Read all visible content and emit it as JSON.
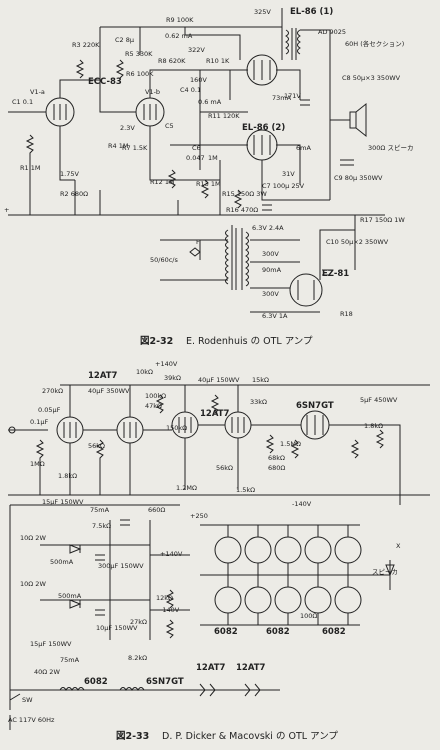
{
  "fig32": {
    "caption_no": "図2-32",
    "caption_text": "E. Rodenhuis の OTL アンプ",
    "tubes": {
      "v1": "ECC-83",
      "v1a": "V1-a",
      "v1b": "V1-b",
      "v2": "EL-86 (1)",
      "v3": "EL-86 (2)",
      "v4": "EZ-81"
    },
    "labels": {
      "supply": "325V",
      "r9": "R9 100K",
      "r3": "R3 220K",
      "c2": "C2 8μ",
      "r5": "R5 330K",
      "i1": "0.62 mA",
      "r8": "R8 620K",
      "r10": "R10 1K",
      "v322": "322V",
      "r6": "R6 100K",
      "c1": "C1 0.1",
      "c4": "C4 0.1",
      "v160": "160V",
      "ma06": "0.6 mA",
      "ma73": "73mA",
      "v171": "171V",
      "r11": "R11 120K",
      "v2v": "2.3V",
      "c5": "C5",
      "r4": "R4 1M",
      "r7": "R7 1.5K",
      "c6": "C6",
      "c6v": "0.047",
      "m1": "1M",
      "ma6": "6mA",
      "v31": "31V",
      "r2": "R2 680Ω",
      "v175": "1.75V",
      "r1": "R1 1M",
      "r12": "R12 1M",
      "r13": "R13 1M",
      "r15": "R15 150Ω 3W",
      "c7": "C7 100μ 25V",
      "r16": "R16 470Ω",
      "ot": "AD 9025",
      "ot_mh": "60H (各セクション)",
      "c8": "C8 50μ×3 350WV",
      "spk": "300Ω スピーカ",
      "c9": "C9 80μ 350WV",
      "heater1": "6.3V 2.4A",
      "v300a": "300V",
      "ma90": "90mA",
      "v300b": "300V",
      "heater2": "6.3V 1A",
      "c10": "C10 50μ×2 350WV",
      "r17": "R17 150Ω 1W",
      "r18": "R18",
      "fuse": "F",
      "mains": "50/60c/s",
      "plus": "+"
    }
  },
  "fig33": {
    "caption_no": "図2-33",
    "caption_text": "D. P. Dicker & Macovski の OTL アンプ",
    "tubes": {
      "t1": "12AT7",
      "t2": "12AT7",
      "t3": "6SN7GT",
      "out1": "6082",
      "out2": "6082",
      "out3": "6082"
    },
    "labels": {
      "plus140": "+140V",
      "plus250": "+250",
      "plus140b": "+140V",
      "minus140": "-140V",
      "minus140b": "-140V",
      "r270k": "270kΩ",
      "c005": "0.05μF",
      "c01": "0.1μF",
      "c40_350": "40μF 350WV",
      "r10k": "10kΩ",
      "r100k": "100kΩ",
      "r47k": "47kΩ",
      "r56k": "56kΩ",
      "r1m": "1MΩ",
      "r18k": "1.8kΩ",
      "r39k": "39kΩ",
      "r150k": "150kΩ",
      "c40_150": "40μF 150WV",
      "r15k": "15kΩ",
      "r33k": "33kΩ",
      "r68k": "68kΩ",
      "r12m": "1.2MΩ",
      "r15m": "1.5MΩ",
      "r680": "680Ω",
      "r15kb": "1.5kΩ",
      "r56kb": "56kΩ",
      "c5_450": "5μF 450WV",
      "c15_150": "15μF 150WV",
      "ma75": "75mA",
      "r75k": "7.5kΩ",
      "r660": "660Ω",
      "c300": "300μF 150WV",
      "r10_2w": "10Ω 2W",
      "ma500": "500mA",
      "r12k": "12kΩ",
      "r27k": "27kΩ",
      "r100": "100Ω",
      "c10uf": "10μF 150WV",
      "r82k": "8.2kΩ",
      "r40": "40Ω 2W",
      "sw": "SW",
      "ac": "AC 117V 60Hz",
      "spk": "スピーカ",
      "fb": "X",
      "heater_row": [
        "6082",
        "6SN7GT",
        "12AT7",
        "12AT7"
      ]
    }
  }
}
